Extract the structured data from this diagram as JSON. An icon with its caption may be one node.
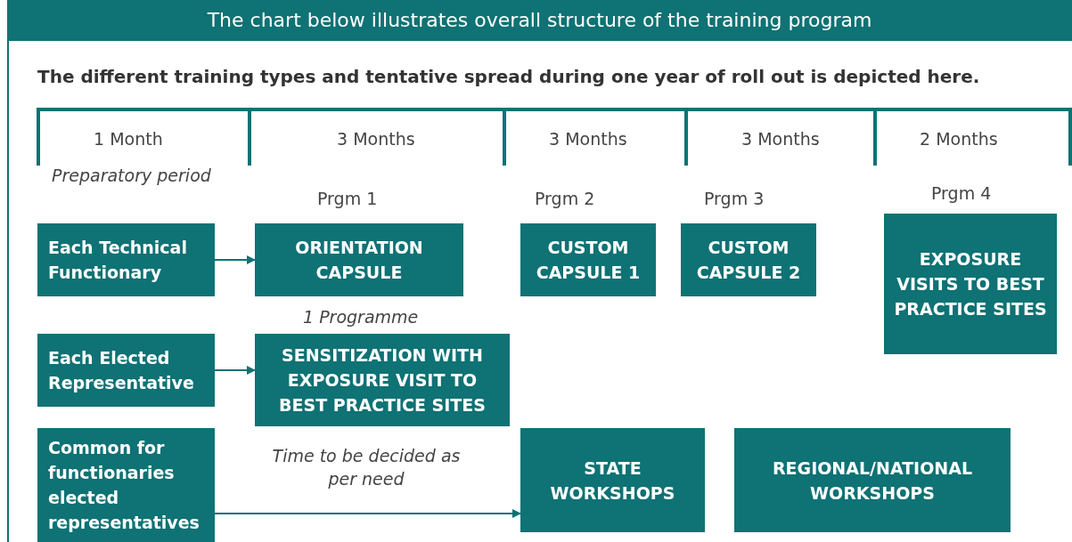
{
  "diagram": {
    "title": "The chart below illustrates overall structure of the training program",
    "nodes": [
      {
        "text": [
          "Each Technical Functionary"
        ]
      },
      {
        "text": [
          "ORIENTATION CAPSULE"
        ],
        "beside": [
          "Prgm 1"
        ]
      },
      {
        "text": [
          "CUSTOM CAPSULE 1"
        ],
        "beside": [
          "Prgm 2"
        ]
      },
      {
        "text": [
          "CUSTOM CAPSULE 2"
        ],
        "beside": [
          "Prgm 3"
        ]
      },
      {
        "text": [
          "EXPOSURE VISITS TO BEST PRACTICE SITES"
        ],
        "beside": [
          "Prgm 4"
        ]
      },
      {
        "text": [
          "Each Elected Representative"
        ]
      },
      {
        "text": [
          "SENSITIZATION WITH EXPOSURE VISIT TO BEST PRACTICE SITES"
        ],
        "beside": [
          "1 Programme"
        ]
      },
      {
        "text": [
          "Common for functionaries elected representatives"
        ]
      },
      {
        "text": [
          "STATE WORKSHOPS"
        ]
      },
      {
        "text": [
          "REGIONAL/NATIONAL WORKSHOPS"
        ]
      }
    ],
    "edges": [
      {
        "from": 0,
        "to": 1,
        "arrow": "to"
      },
      {
        "from": 5,
        "to": 6,
        "arrow": "to"
      },
      {
        "from": 7,
        "to": 8,
        "arrow": "to",
        "label": "Time to be decided as per need"
      }
    ],
    "labels": [
      "The different training types and tentative spread during one year of roll out is depicted here.",
      "1 Month",
      "3 Months",
      "3 Months",
      "3 Months",
      "2 Months",
      "Preparatory period"
    ]
  }
}
